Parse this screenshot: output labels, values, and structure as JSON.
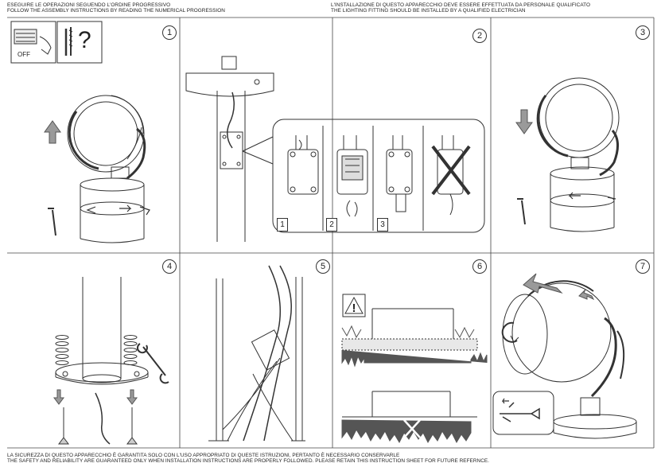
{
  "header_left": [
    "ESEGUIRE LE OPERAZIONI SEGUENDO L'ORDINE PROGRESSIVO",
    "FOLLOW THE ASSEMBLY INSTRUCTIONS BY READING THE NUMERICAL PROGRESSION"
  ],
  "header_right": [
    "L'INSTALLAZIONE DI QUESTO APPARECCHIO DEVE ESSERE EFFETTUATA DA PERSONALE QUALIFICATO",
    "THE LIGHTING FITTING SHOULD BE INSTALLED BY A QUALIFIED ELECTRICIAN"
  ],
  "footer": [
    "LA SICUREZZA DI QUESTO APPARECCHIO È GARANTITA SOLO CON L'USO APPROPRIATO DI QUESTE ISTRUZIONI, PERTANTO È NECESSARIO CONSERVARLE",
    "THE SAFETY AND RELIABILITY ARE GUARANTEED ONLY WHEN INSTALLATION INSTRUCTIONS ARE PROPERLY FOLLOWED. PLEASE RETAIN THIS INSTRUCTION SHEET FOR FUTURE REFERNCE."
  ],
  "steps": [
    "1",
    "2",
    "3",
    "4",
    "5",
    "6",
    "7"
  ],
  "step2_sublabels": [
    "1",
    "2",
    "3"
  ],
  "step1": {
    "off_label": "OFF",
    "question_mark": "?"
  },
  "step6": {
    "warning_symbol": "!"
  },
  "colors": {
    "line": "#333333",
    "arrow_fill": "#9a9a9a",
    "grass": "#555555"
  },
  "icons": [
    "power-switch-icon",
    "tools-icon",
    "arrow-up-icon",
    "arrow-down-icon",
    "warning-icon",
    "wrench-icon",
    "screwdriver-icon",
    "cross-icon"
  ]
}
